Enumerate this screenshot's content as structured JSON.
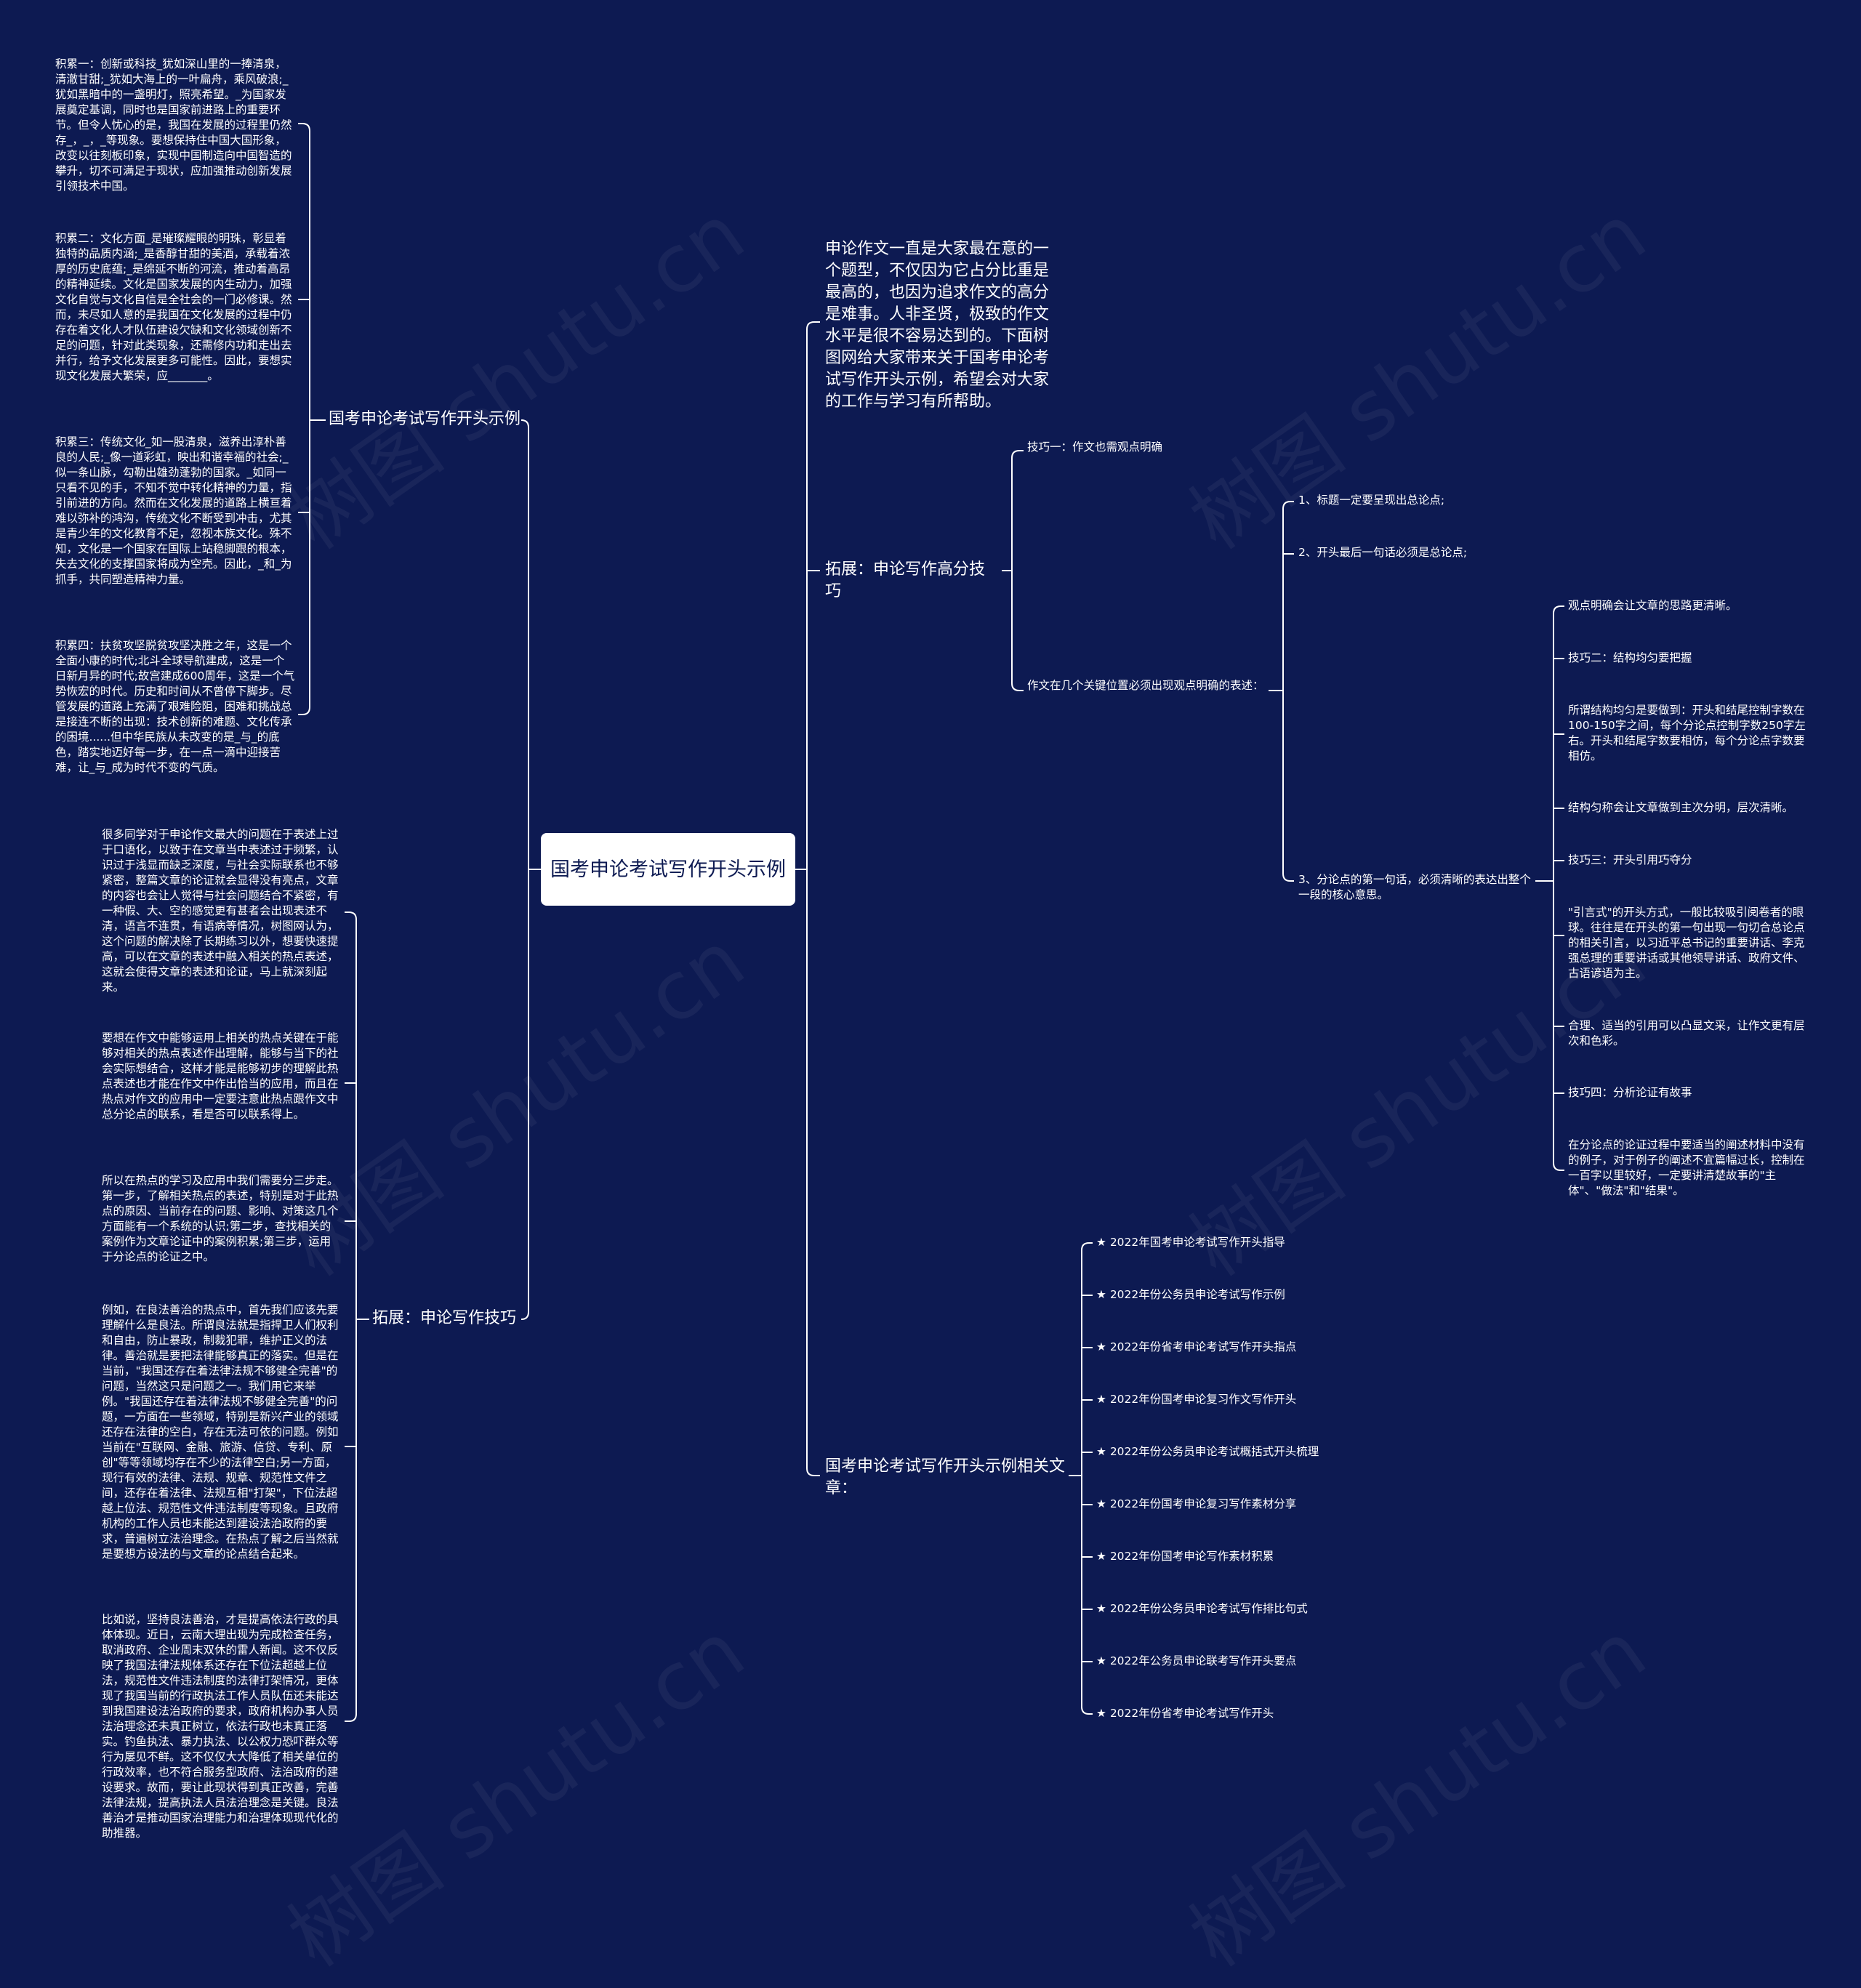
{
  "root": {
    "title": "国考申论考试写作开头示例"
  },
  "left": {
    "branch1": {
      "label": "国考申论考试写作开头示例",
      "items": [
        "积累一：创新或科技_犹如深山里的一捧清泉，清澈甘甜;_犹如大海上的一叶扁舟，乘风破浪;_犹如黑暗中的一盏明灯，照亮希望。_为国家发展奠定基调，同时也是国家前进路上的重要环节。但令人忧心的是，我国在发展的过程里仍然存_，_，_等现象。要想保持住中国大国形象，改变以往刻板印象，实现中国制造向中国智造的攀升，切不可满足于现状，应加强推动创新发展引领技术中国。",
        "积累二：文化方面_是璀璨耀眼的明珠，彰显着独特的品质内涵;_是香醇甘甜的美酒，承载着浓厚的历史底蕴;_是绵延不断的河流，推动着高昂的精神延续。文化是国家发展的内生动力，加强文化自觉与文化自信是全社会的一门必修课。然而，未尽如人意的是我国在文化发展的过程中仍存在着文化人才队伍建设欠缺和文化领域创新不足的问题，针对此类现象，还需修内功和走出去并行，给予文化发展更多可能性。因此，要想实现文化发展大繁荣，应_______。",
        "积累三：传统文化_如一股清泉，滋养出淳朴善良的人民;_像一道彩虹，映出和谐幸福的社会;_似一条山脉，勾勒出雄劲蓬勃的国家。_如同一只看不见的手，不知不觉中转化精神的力量，指引前进的方向。然而在文化发展的道路上横亘着难以弥补的鸿沟，传统文化不断受到冲击，尤其是青少年的文化教育不足，忽视本族文化。殊不知，文化是一个国家在国际上站稳脚跟的根本，失去文化的支撑国家将成为空壳。因此，_和_为抓手，共同塑造精神力量。",
        "积累四：扶贫攻坚脱贫攻坚决胜之年，这是一个全面小康的时代;北斗全球导航建成，这是一个日新月异的时代;故宫建成600周年，这是一个气势恢宏的时代。历史和时间从不曾停下脚步。尽管发展的道路上充满了艰难险阻，困难和挑战总是接连不断的出现：技术创新的难题、文化传承的困境......但中华民族从未改变的是_与_的底色，踏实地迈好每一步，在一点一滴中迎接苦难，让_与_成为时代不变的气质。"
      ]
    },
    "branch2": {
      "label": "拓展：申论写作技巧",
      "items": [
        "很多同学对于申论作文最大的问题在于表述上过于口语化，以致于在文章当中表述过于频繁，认识过于浅显而缺乏深度，与社会实际联系也不够紧密，整篇文章的论证就会显得没有亮点，文章的内容也会让人觉得与社会问题结合不紧密，有一种假、大、空的感觉更有甚者会出现表述不清，语言不连贯，有语病等情况，树图网认为，这个问题的解决除了长期练习以外，想要快速提高，可以在文章的表述中融入相关的热点表述，这就会使得文章的表述和论证，马上就深刻起来。",
        "要想在作文中能够运用上相关的热点关键在于能够对相关的热点表述作出理解，能够与当下的社会实际想结合，这样才能是能够初步的理解此热点表述也才能在作文中作出恰当的应用，而且在热点对作文的应用中一定要注意此热点跟作文中总分论点的联系，看是否可以联系得上。",
        "所以在热点的学习及应用中我们需要分三步走。第一步，了解相关热点的表述，特别是对于此热点的原因、当前存在的问题、影响、对策这几个方面能有一个系统的认识;第二步，查找相关的案例作为文章论证中的案例积累;第三步，运用于分论点的论证之中。",
        "例如，在良法善治的热点中，首先我们应该先要理解什么是良法。所谓良法就是指捍卫人们权利和自由，防止暴政，制裁犯罪，维护正义的法律。善治就是要把法律能够真正的落实。但是在当前，\"我国还存在着法律法规不够健全完善\"的问题，当然这只是问题之一。我们用它来举例。\"我国还存在着法律法规不够健全完善\"的问题，一方面在一些领域，特别是新兴产业的领域还存在法律的空白，存在无法可依的问题。例如当前在\"互联网、金融、旅游、信贷、专利、原创\"等等领域均存在不少的法律空白;另一方面，现行有效的法律、法规、规章、规范性文件之间，还存在着法律、法规互相\"打架\"，下位法超越上位法、规范性文件违法制度等现象。且政府机构的工作人员也未能达到建设法治政府的要求，普遍树立法治理念。在热点了解之后当然就是要想方设法的与文章的论点结合起来。",
        "比如说，坚持良法善治，才是提高依法行政的具体体现。近日，云南大理出现为完成检查任务，取消政府、企业周末双休的雷人新闻。这不仅反映了我国法律法规体系还存在下位法超越上位法，规范性文件违法制度的法律打架情况，更体现了我国当前的行政执法工作人员队伍还未能达到我国建设法治政府的要求，政府机构办事人员法治理念还未真正树立，依法行政也未真正落实。钓鱼执法、暴力执法、以公权力恐吓群众等行为屡见不鲜。这不仅仅大大降低了相关单位的行政效率，也不符合服务型政府、法治政府的建设要求。故而，要让此现状得到真正改善，完善法律法规，提高执法人员法治理念是关键。良法善治才是推动国家治理能力和治理体现现代化的助推器。"
      ]
    }
  },
  "right": {
    "intro": "申论作文一直是大家最在意的一个题型，不仅因为它占分比重是最高的，也因为追求作文的高分是难事。人非圣贤，极致的作文水平是很不容易达到的。下面树图网给大家带来关于国考申论考试写作开头示例，希望会对大家的工作与学习有所帮助。",
    "tips": {
      "label": "拓展：申论写作高分技巧",
      "tip1": "技巧一：作文也需观点明确",
      "key": "作文在几个关键位置必须出现观点明确的表述：",
      "points": [
        "1、标题一定要呈现出总论点;",
        "2、开头最后一句话必须是总论点;",
        "3、分论点的第一句话，必须清晰的表达出整个一段的核心意思。"
      ],
      "details": [
        "观点明确会让文章的思路更清晰。",
        "技巧二：结构均匀要把握",
        "所谓结构均匀是要做到：开头和结尾控制字数在100-150字之间，每个分论点控制字数250字左右。开头和结尾字数要相仿，每个分论点字数要相仿。",
        "结构匀称会让文章做到主次分明，层次清晰。",
        "技巧三：开头引用巧夺分",
        "\"引言式\"的开头方式，一般比较吸引阅卷者的眼球。往往是在开头的第一句出现一句切合总论点的相关引言，以习近平总书记的重要讲话、李克强总理的重要讲话或其他领导讲话、政府文件、古语谚语为主。",
        "合理、适当的引用可以凸显文采，让作文更有层次和色彩。",
        "技巧四：分析论证有故事",
        "在分论点的论证过程中要适当的阐述材料中没有的例子，对于例子的阐述不宜篇幅过长，控制在一百字以里较好，一定要讲清楚故事的\"主体\"、\"做法\"和\"结果\"。"
      ]
    },
    "related": {
      "label": "国考申论考试写作开头示例相关文章：",
      "items": [
        "★ 2022年国考申论考试写作开头指导",
        "★ 2022年份公务员申论考试写作示例",
        "★ 2022年份省考申论考试写作开头指点",
        "★ 2022年份国考申论复习作文写作开头",
        "★ 2022年份公务员申论考试概括式开头梳理",
        "★ 2022年份国考申论复习写作素材分享",
        "★ 2022年份国考申论写作素材积累",
        "★ 2022年份公务员申论考试写作排比句式",
        "★ 2022年公务员申论联考写作开头要点",
        "★ 2022年份省考申论考试写作开头"
      ]
    }
  },
  "watermark": "树图 shutu.cn",
  "colors": {
    "background": "#0d1a52",
    "line": "#ffffff",
    "root_bg": "#ffffff",
    "root_text": "#0d1a52"
  }
}
